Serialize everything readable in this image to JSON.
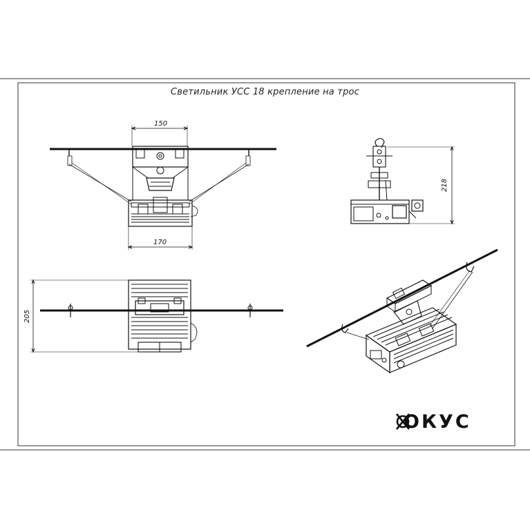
{
  "drawing": {
    "title": "Светильник УСС 18 крепление на трос",
    "dimensions": {
      "top_width": "150",
      "bottom_width": "170",
      "side_height": "218",
      "front_height": "205"
    },
    "logo_text": "ОКУС",
    "logo_icon": "focus-logo-icon"
  }
}
